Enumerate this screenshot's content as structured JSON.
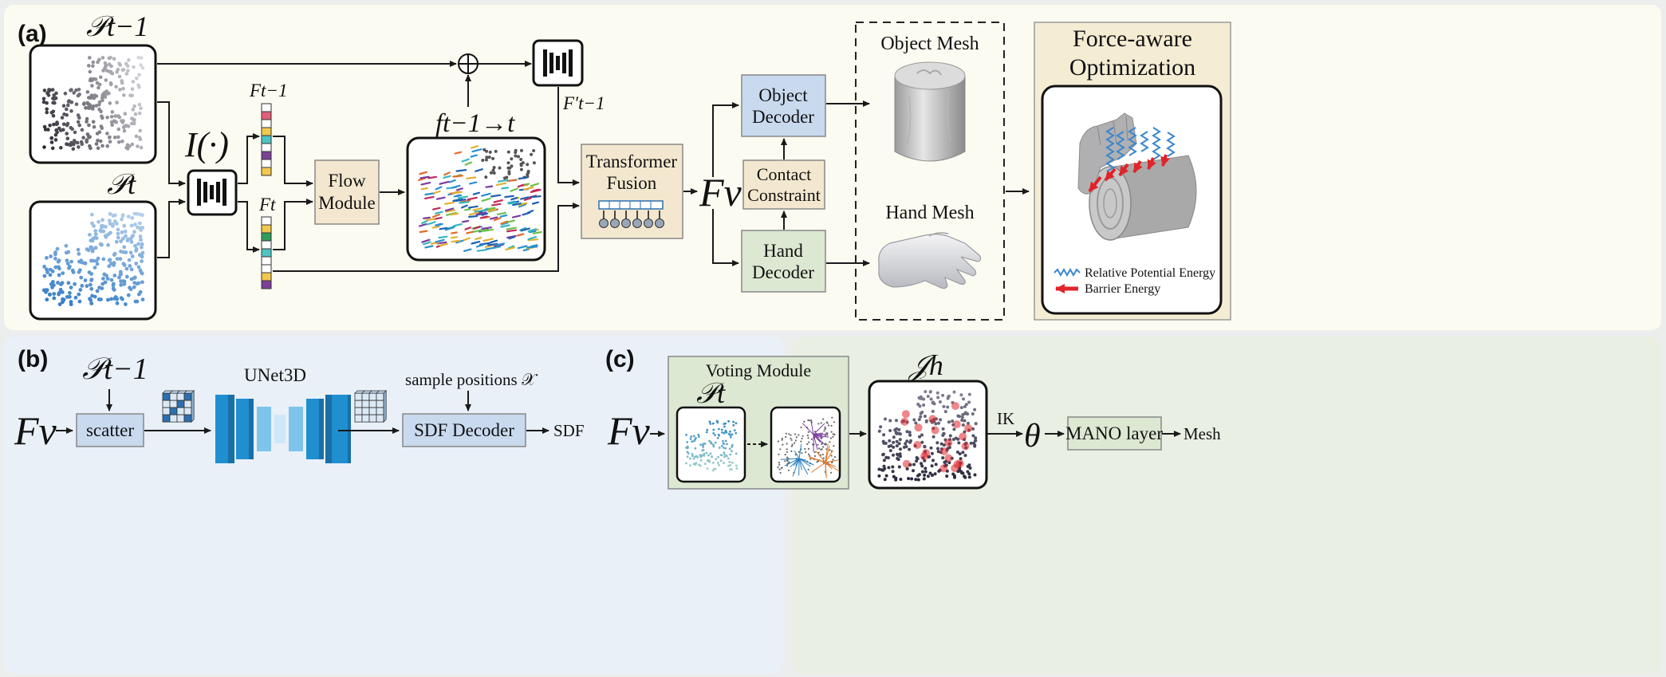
{
  "panel_a": {
    "tag": "(a)",
    "p_prev_label": "𝒫t−1",
    "p_curr_label": "𝒫t",
    "encoder_label": "I(·)",
    "f_prev_label": "Ft−1",
    "f_curr_label": "Ft",
    "flow_module": "Flow Module",
    "flow_field_label": "ft−1→t",
    "f_prev_prime_label": "F′t−1",
    "transformer_fusion": "Transformer Fusion",
    "fv_label": "Fv",
    "object_decoder": "Object Decoder",
    "contact_constraint": "Contact Constraint",
    "hand_decoder": "Hand Decoder",
    "object_mesh": "Object Mesh",
    "hand_mesh": "Hand Mesh",
    "force_opt_title": "Force-aware Optimization",
    "legend_potential": "Relative Potential Energy",
    "legend_barrier": "Barrier Energy"
  },
  "panel_b": {
    "tag": "(b)",
    "fv_label": "Fv",
    "p_prev_label": "𝒫t−1",
    "scatter": "scatter",
    "unet": "UNet3D",
    "sample_positions": "sample positions 𝒳",
    "sdf_decoder": "SDF Decoder",
    "sdf_out": "SDF"
  },
  "panel_c": {
    "tag": "(c)",
    "fv_label": "Fv",
    "voting_module": "Voting Module",
    "p_curr_label": "𝒫t",
    "joints_label": "𝒥h",
    "ik": "IK",
    "theta": "θ",
    "mano_layer": "MANO layer",
    "mesh_out": "Mesh"
  },
  "colors": {
    "panel_a_bg": "#fcfbf1",
    "panel_b_bg": "#e9f0f8",
    "panel_c_bg": "#e9efe3",
    "decoder_blue": "#c9daef",
    "decoder_green": "#dde8d3",
    "module_tan": "#f3e8cf",
    "point_blue": "#2a7fc0",
    "energy_red": "#e0242a",
    "energy_blue": "#3a86d0"
  },
  "feature_colors_prev": [
    "#ffffff",
    "#e0607a",
    "#ffffff",
    "#f2c94c",
    "#4cc4c4",
    "#ffffff",
    "#7b3f98",
    "#ffffff",
    "#f2c94c"
  ],
  "feature_colors_curr": [
    "#ffffff",
    "#f2c94c",
    "#2e9c5a",
    "#ffffff",
    "#4cc4c4",
    "#ffffff",
    "#ffffff",
    "#f2c94c",
    "#7b3f98"
  ]
}
